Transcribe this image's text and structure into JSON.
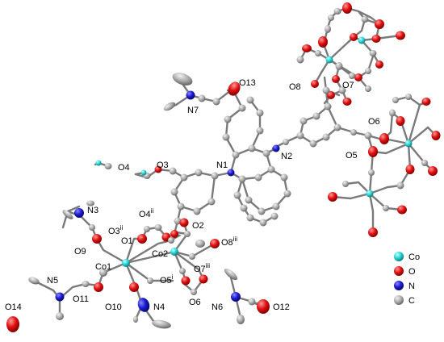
{
  "atom_labels": [
    {
      "id": "O13",
      "text": "O13",
      "sup": ""
    },
    {
      "id": "N7",
      "text": "N7",
      "sup": ""
    },
    {
      "id": "O8",
      "text": "O8",
      "sup": ""
    },
    {
      "id": "O7",
      "text": "O7",
      "sup": ""
    },
    {
      "id": "O6a",
      "text": "O6",
      "sup": ""
    },
    {
      "id": "O5a",
      "text": "O5",
      "sup": ""
    },
    {
      "id": "N2",
      "text": "N2",
      "sup": ""
    },
    {
      "id": "N1",
      "text": "N1",
      "sup": ""
    },
    {
      "id": "O4",
      "text": "O4",
      "sup": ""
    },
    {
      "id": "O3",
      "text": "O3",
      "sup": ""
    },
    {
      "id": "N3",
      "text": "N3",
      "sup": ""
    },
    {
      "id": "O4ii",
      "text": "O4",
      "sup": "ii"
    },
    {
      "id": "O3ii",
      "text": "O3",
      "sup": "ii"
    },
    {
      "id": "O2",
      "text": "O2",
      "sup": ""
    },
    {
      "id": "O1",
      "text": "O1",
      "sup": ""
    },
    {
      "id": "O8iii",
      "text": "O8",
      "sup": "iii"
    },
    {
      "id": "O9",
      "text": "O9",
      "sup": ""
    },
    {
      "id": "Co1",
      "text": "Co1",
      "sup": ""
    },
    {
      "id": "Co2",
      "text": "Co2",
      "sup": ""
    },
    {
      "id": "O7iii",
      "text": "O7",
      "sup": "iii"
    },
    {
      "id": "N5",
      "text": "N5",
      "sup": ""
    },
    {
      "id": "O5i",
      "text": "O5",
      "sup": "i"
    },
    {
      "id": "N6",
      "text": "N6",
      "sup": ""
    },
    {
      "id": "O12",
      "text": "O12",
      "sup": ""
    },
    {
      "id": "O11",
      "text": "O11",
      "sup": ""
    },
    {
      "id": "O10",
      "text": "O10",
      "sup": ""
    },
    {
      "id": "N4",
      "text": "N4",
      "sup": ""
    },
    {
      "id": "O6b",
      "text": "O6",
      "sup": ""
    },
    {
      "id": "O14",
      "text": "O14",
      "sup": ""
    }
  ],
  "legend": [
    {
      "label": "Co",
      "color": "#27d3d3"
    },
    {
      "label": "O",
      "color": "#e01010"
    },
    {
      "label": "N",
      "color": "#1a1ad0"
    },
    {
      "label": "C",
      "color": "#a8a8a8"
    }
  ],
  "colors": {
    "Co": "#27d3d3",
    "O": "#e01010",
    "N": "#1a1ad0",
    "C": "#a8a8a8",
    "bond": "#7a7a7a"
  }
}
